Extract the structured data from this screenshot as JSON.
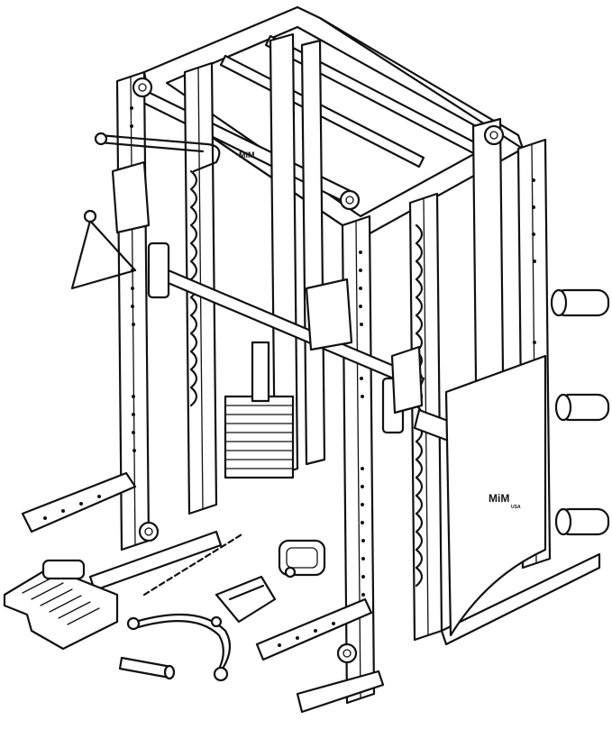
{
  "figure": {
    "logo_panel": "MiM",
    "logo_panel_sub": "USA",
    "logo_bar": "MiM"
  }
}
